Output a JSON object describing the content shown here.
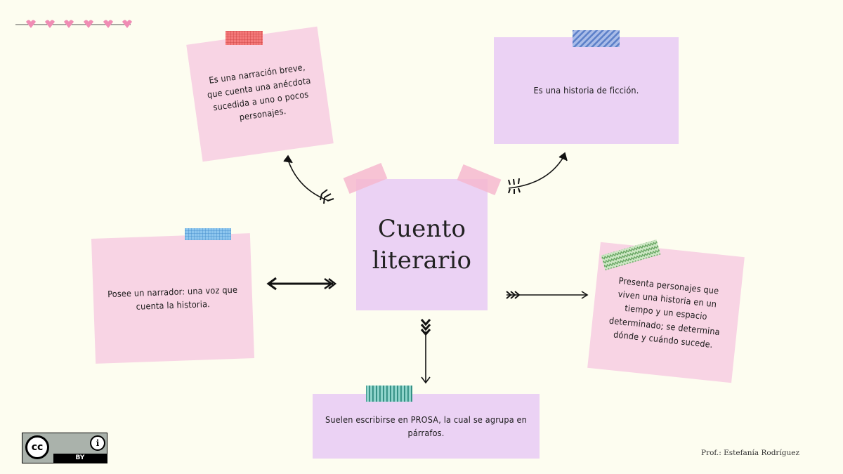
{
  "center": {
    "line1": "Cuento",
    "line2": "literario"
  },
  "notes": [
    {
      "text": "Es una narración breve, que cuenta una anécdota sucedida a uno o pocos personajes."
    },
    {
      "text": "Es una historia de ficción."
    },
    {
      "text": "Posee un narrador: una voz que cuenta la historia."
    },
    {
      "text": "Presenta personajes que viven una historia en un tiempo y un espacio determinado; se determina dónde y cuándo sucede."
    },
    {
      "text": "Suelen escribirse en PROSA, la cual se agrupa en párrafos."
    }
  ],
  "license": {
    "cc": "cc",
    "by": "BY",
    "attribution_glyph": "i"
  },
  "author": "Prof.: Estefanía Rodríguez",
  "colors": {
    "pink": "#f8d4e4",
    "lilac": "#ebd2f4",
    "background": "#fdfdf0"
  },
  "icons": [
    "hearts-border-icon",
    "arrow-icon",
    "creative-commons-icon",
    "attribution-icon"
  ]
}
